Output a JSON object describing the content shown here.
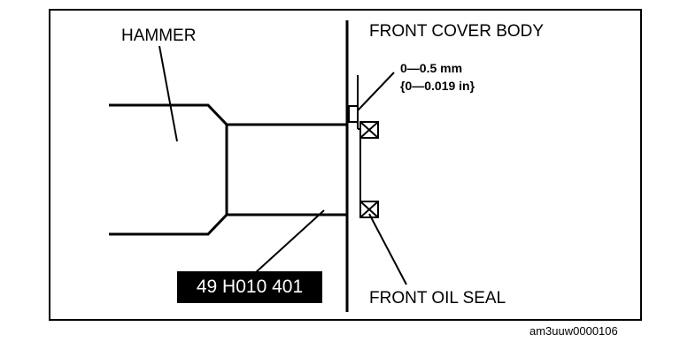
{
  "labels": {
    "hammer": "HAMMER",
    "front_cover_body": "FRONT COVER BODY",
    "clearance_mm": "0—0.5 mm",
    "clearance_in": "{0—0.019 in}",
    "front_oil_seal": "FRONT OIL SEAL",
    "tool_number": "49 H010 401",
    "figure_code": "am3uuw0000106"
  }
}
